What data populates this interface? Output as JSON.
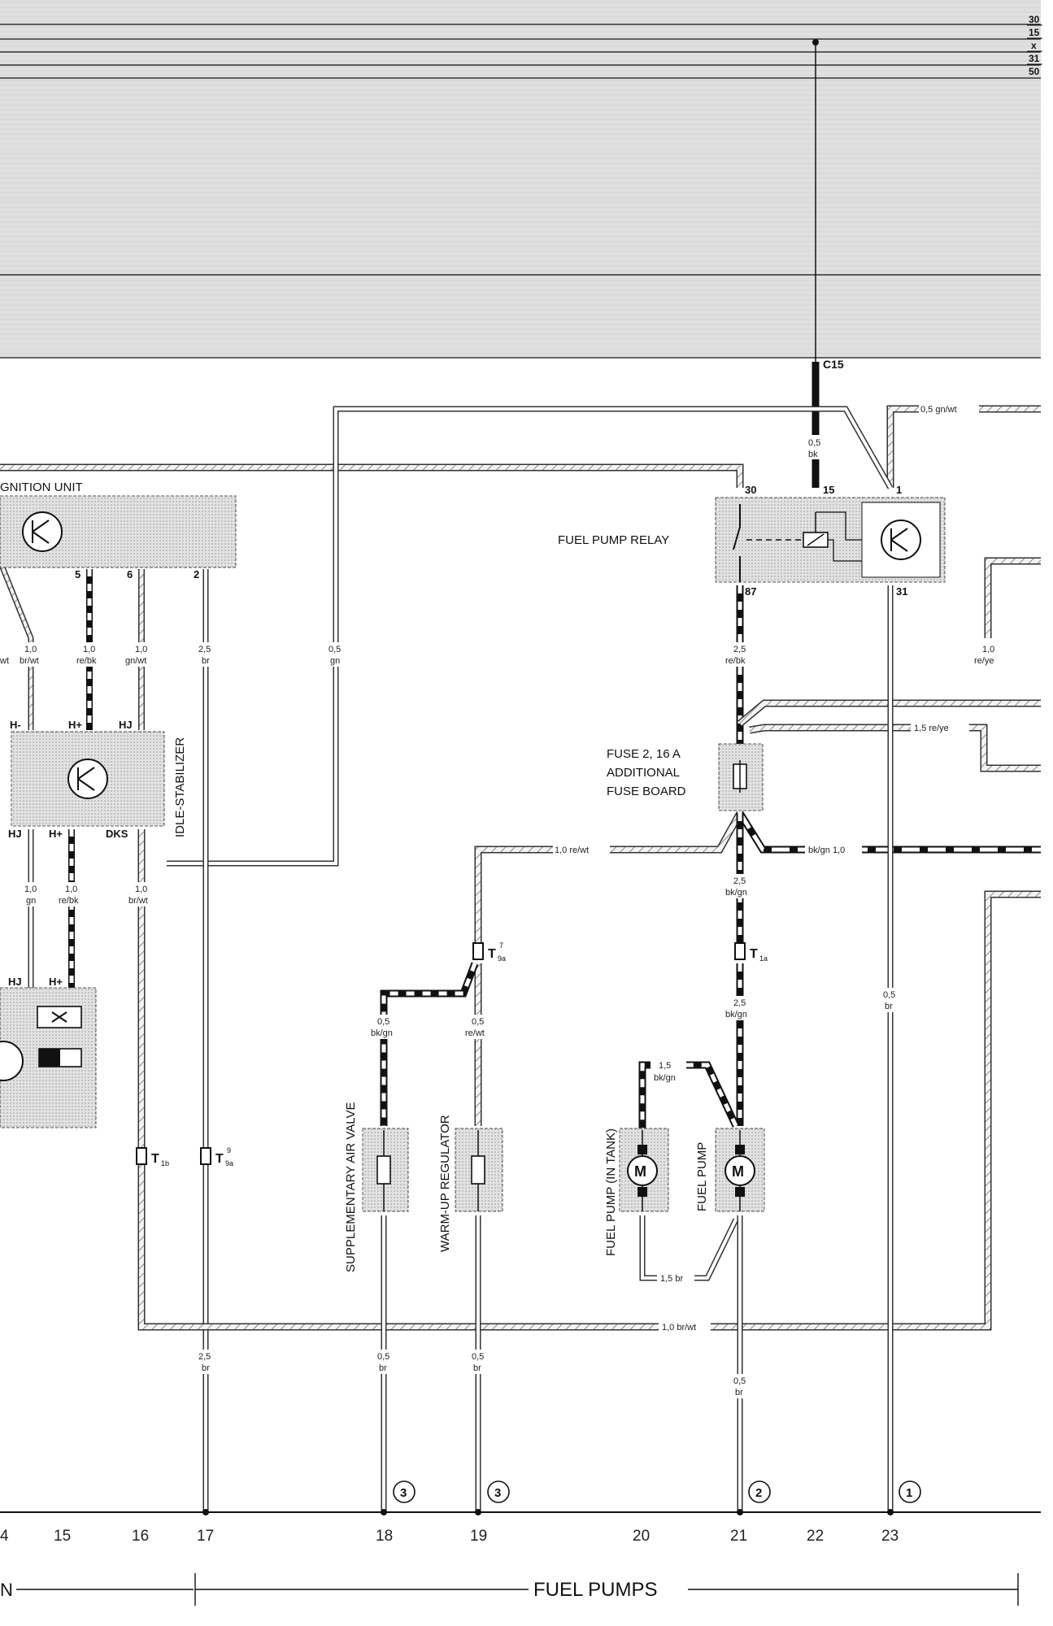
{
  "rails": [
    "30",
    "15",
    "x",
    "31",
    "50"
  ],
  "components": {
    "ignition_unit": "GNITION UNIT",
    "fuel_pump_relay": "FUEL PUMP RELAY",
    "idle_stabilizer": "IDLE-STABILIZER",
    "fuse": [
      "FUSE 2, 16 A",
      "ADDITIONAL",
      "FUSE BOARD"
    ],
    "supplementary_air_valve": "SUPPLEMENTARY AIR VALVE",
    "warm_up_regulator": "WARM-UP REGULATOR",
    "fuel_pump_in_tank": "FUEL PUMP (IN TANK)",
    "fuel_pump": "FUEL PUMP",
    "motor_symbol": "M"
  },
  "terminals": {
    "c15": "C15",
    "relay_30": "30",
    "relay_15": "15",
    "relay_1": "1",
    "relay_87": "87",
    "relay_31": "31",
    "ign_5": "5",
    "ign_6": "6",
    "ign_2": "2",
    "stab_h_minus": "H-",
    "stab_h_plus": "H+",
    "stab_hj": "HJ",
    "stab_hj_bottom": "HJ",
    "stab_h_plus_bottom": "H+",
    "stab_dks": "DKS",
    "left_hj": "HJ",
    "left_h_plus": "H+"
  },
  "connectors": {
    "t9a7": "T",
    "t9a7_sub": "9a",
    "t9a7_sup": "7",
    "t1a": "T",
    "t1a_sub": "1a",
    "t1b": "T",
    "t1b_sub": "1b",
    "t9a9": "T",
    "t9a9_sub": "9a",
    "t9a9_sup": "9"
  },
  "wires": {
    "c15_gauge": "0,5",
    "c15_color": "bk",
    "gnwt_top": "0,5  gn/wt",
    "w1_gauge": "1,0",
    "w1_color": "br/wt",
    "w1b_color": "wt",
    "w5_gauge": "1,0",
    "w5_color": "re/bk",
    "w6_gauge": "1,0",
    "w6_color": "gn/wt",
    "w2_gauge": "2,5",
    "w2_color": "br",
    "gn_loop_gauge": "0,5",
    "gn_loop_color": "gn",
    "relay87_gauge": "2,5",
    "relay87_color": "re/bk",
    "reye_right_gauge": "1,0",
    "reye_right_color": "re/ye",
    "reye_15": "1,5  re/ye",
    "rewt": "1,0  re/wt",
    "bkgn_right": "bk/gn  1,0",
    "fuse_out_gauge": "2,5",
    "fuse_out_color": "bk/gn",
    "t1a_out_gauge": "2,5",
    "t1a_out_color": "bk/gn",
    "tank_feed_gauge": "1,5",
    "tank_feed_color": "bk/gn",
    "hj_gn_gauge": "1,0",
    "hj_gn_color": "gn",
    "hp_rebk_gauge": "1,0",
    "hp_rebk_color": "re/bk",
    "dks_gauge": "1,0",
    "dks_color": "br/wt",
    "sav_gauge": "0,5",
    "sav_color": "bk/gn",
    "wur_gauge": "0,5",
    "wur_color": "re/wt",
    "tank_ground": "1,5  br",
    "ground_bus": "1,0  br/wt",
    "g17_gauge": "2,5",
    "g17_color": "br",
    "g18_gauge": "0,5",
    "g18_color": "br",
    "g19_gauge": "0,5",
    "g19_color": "br",
    "g21_gauge": "0,5",
    "g21_color": "br",
    "relay31_gauge": "0,5",
    "relay31_color": "br"
  },
  "ground_points": [
    "3",
    "3",
    "2",
    "1"
  ],
  "columns": [
    "4",
    "15",
    "16",
    "17",
    "18",
    "19",
    "20",
    "21",
    "22",
    "23"
  ],
  "sections": {
    "left": "N",
    "right": "FUEL PUMPS"
  }
}
